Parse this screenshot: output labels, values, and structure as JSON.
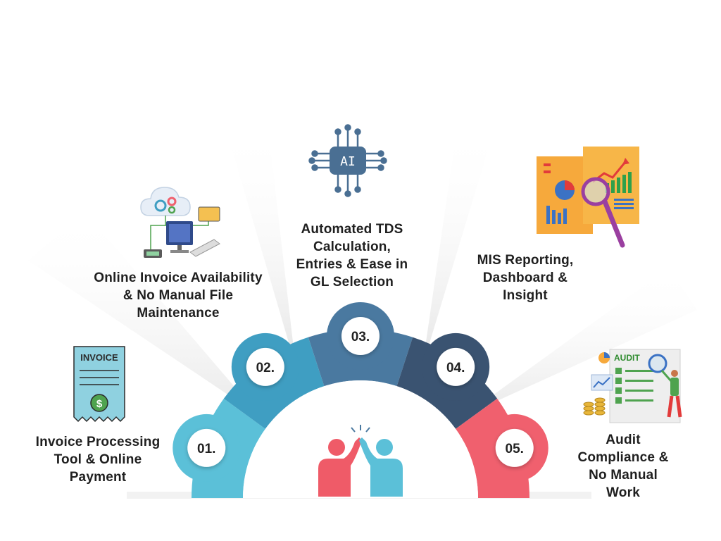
{
  "steps": [
    {
      "number": "01.",
      "label_lines": [
        "Invoice Processing",
        "Tool & Online",
        "Payment"
      ],
      "color": "#5bc0d8",
      "icon": "invoice-icon"
    },
    {
      "number": "02.",
      "label_lines": [
        "Online Invoice Availability",
        "& No Manual File",
        "Maintenance"
      ],
      "color": "#3f9ec2",
      "icon": "cloud-computer-icon"
    },
    {
      "number": "03.",
      "label_lines": [
        "Automated TDS",
        "Calculation,",
        "Entries & Ease in",
        "GL Selection"
      ],
      "color": "#4a79a0",
      "icon": "ai-chip-icon"
    },
    {
      "number": "04.",
      "label_lines": [
        "MIS Reporting,",
        "Dashboard &",
        "Insight"
      ],
      "color": "#3a5371",
      "icon": "report-magnifier-icon"
    },
    {
      "number": "05.",
      "label_lines": [
        "Audit",
        "Compliance &",
        "No Manual",
        "Work"
      ],
      "color": "#f0606e",
      "icon": "audit-checklist-icon"
    }
  ],
  "icon_texts": {
    "invoice": "INVOICE",
    "ai": "AI",
    "audit": "AUDIT"
  },
  "center_icon": "high-five-icon"
}
